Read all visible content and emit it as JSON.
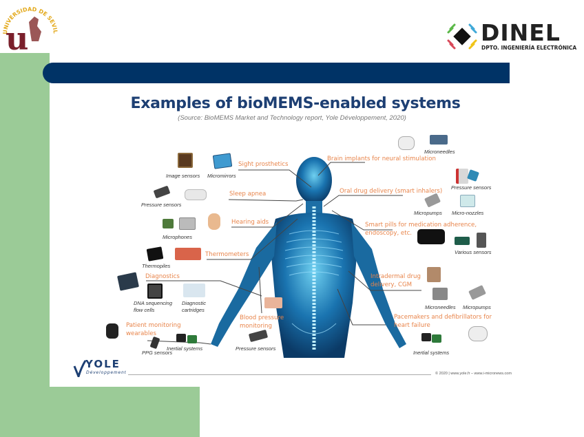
{
  "logos": {
    "left": {
      "name": "Universidad de Sevilla",
      "arc_text": "UNIVERSIDAD DE SEVILLA",
      "mark": "u",
      "color": "#7a1f2b"
    },
    "right": {
      "word": "DINEL",
      "subtitle": "DPTO. INGENIERÍA ELECTRÓNICA"
    }
  },
  "colors": {
    "green": "#9bcb97",
    "title_bar": "#003366",
    "title_text": "#1d3f73",
    "application_label": "#e8844a"
  },
  "slide": {
    "title": "Examples of bioMEMS-enabled systems",
    "source": "(Source: BioMEMS Market and Technology report, Yole Développement, 2020)",
    "applications": [
      {
        "id": "sight",
        "label": "Sight prosthetics"
      },
      {
        "id": "brain",
        "label": "Brain implants for neural stimulation"
      },
      {
        "id": "sleep",
        "label": "Sleep apnea"
      },
      {
        "id": "oral",
        "label": "Oral drug delivery (smart inhalers)"
      },
      {
        "id": "hearing",
        "label": "Hearing aids"
      },
      {
        "id": "pills1",
        "label": "Smart pills for medication adherence,"
      },
      {
        "id": "pills2",
        "label": "endoscopy, etc."
      },
      {
        "id": "thermo",
        "label": "Thermometers"
      },
      {
        "id": "diag",
        "label": "Diagnostics"
      },
      {
        "id": "intra1",
        "label": "Intradermal drug"
      },
      {
        "id": "intra2",
        "label": "delivery, CGM"
      },
      {
        "id": "bp1",
        "label": "Blood pressure"
      },
      {
        "id": "bp2",
        "label": "monitoring"
      },
      {
        "id": "pace1",
        "label": "Pacemakers and defibrillators for"
      },
      {
        "id": "pace2",
        "label": "heart failure"
      },
      {
        "id": "patient1",
        "label": "Patient monitoring"
      },
      {
        "id": "patient2",
        "label": "wearables"
      }
    ],
    "devices": {
      "image_sensors": "Image sensors",
      "micromirrors": "Micromirrors",
      "pressure_sensors_left": "Pressure sensors",
      "microphones": "Microphones",
      "thermopiles": "Thermopiles",
      "dna1": "DNA sequencing",
      "dna2": "flow cells",
      "diag_cart1": "Diagnostic",
      "diag_cart2": "cartridges",
      "ppg": "PPG sensors",
      "inertial_left": "Inertial systems",
      "pressure_sensors_bottom": "Pressure sensors",
      "microneedles_top": "Microneedles",
      "pressure_sensors_right": "Pressure sensors",
      "micropumps_top": "Micropumps",
      "micronozzles": "Micro-nozzles",
      "various": "Various sensors",
      "microneedles_bottom": "Microneedles",
      "micropumps_bottom": "Micropumps",
      "inertial_right": "Inertial systems"
    },
    "footer": {
      "logo_word": "YOLE",
      "logo_sub": "Développement",
      "copyright": "© 2020 | www.yole.fr – www.i-micronews.com"
    }
  }
}
